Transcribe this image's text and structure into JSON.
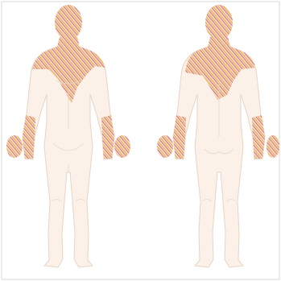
{
  "figure": {
    "views": [
      {
        "view": "anterior"
      },
      {
        "view": "posterior"
      }
    ],
    "colors": {
      "background": "#ffffff",
      "skin_fill": "#fbf1e8",
      "skin_outline": "#e6d4c6",
      "hatch_red": "#d05a6e",
      "hatch_yellow": "#e2b24a",
      "border": "#d9d9d9"
    },
    "shaded_regions": [
      "head",
      "neck",
      "upper shoulders",
      "forearms",
      "hands"
    ]
  }
}
